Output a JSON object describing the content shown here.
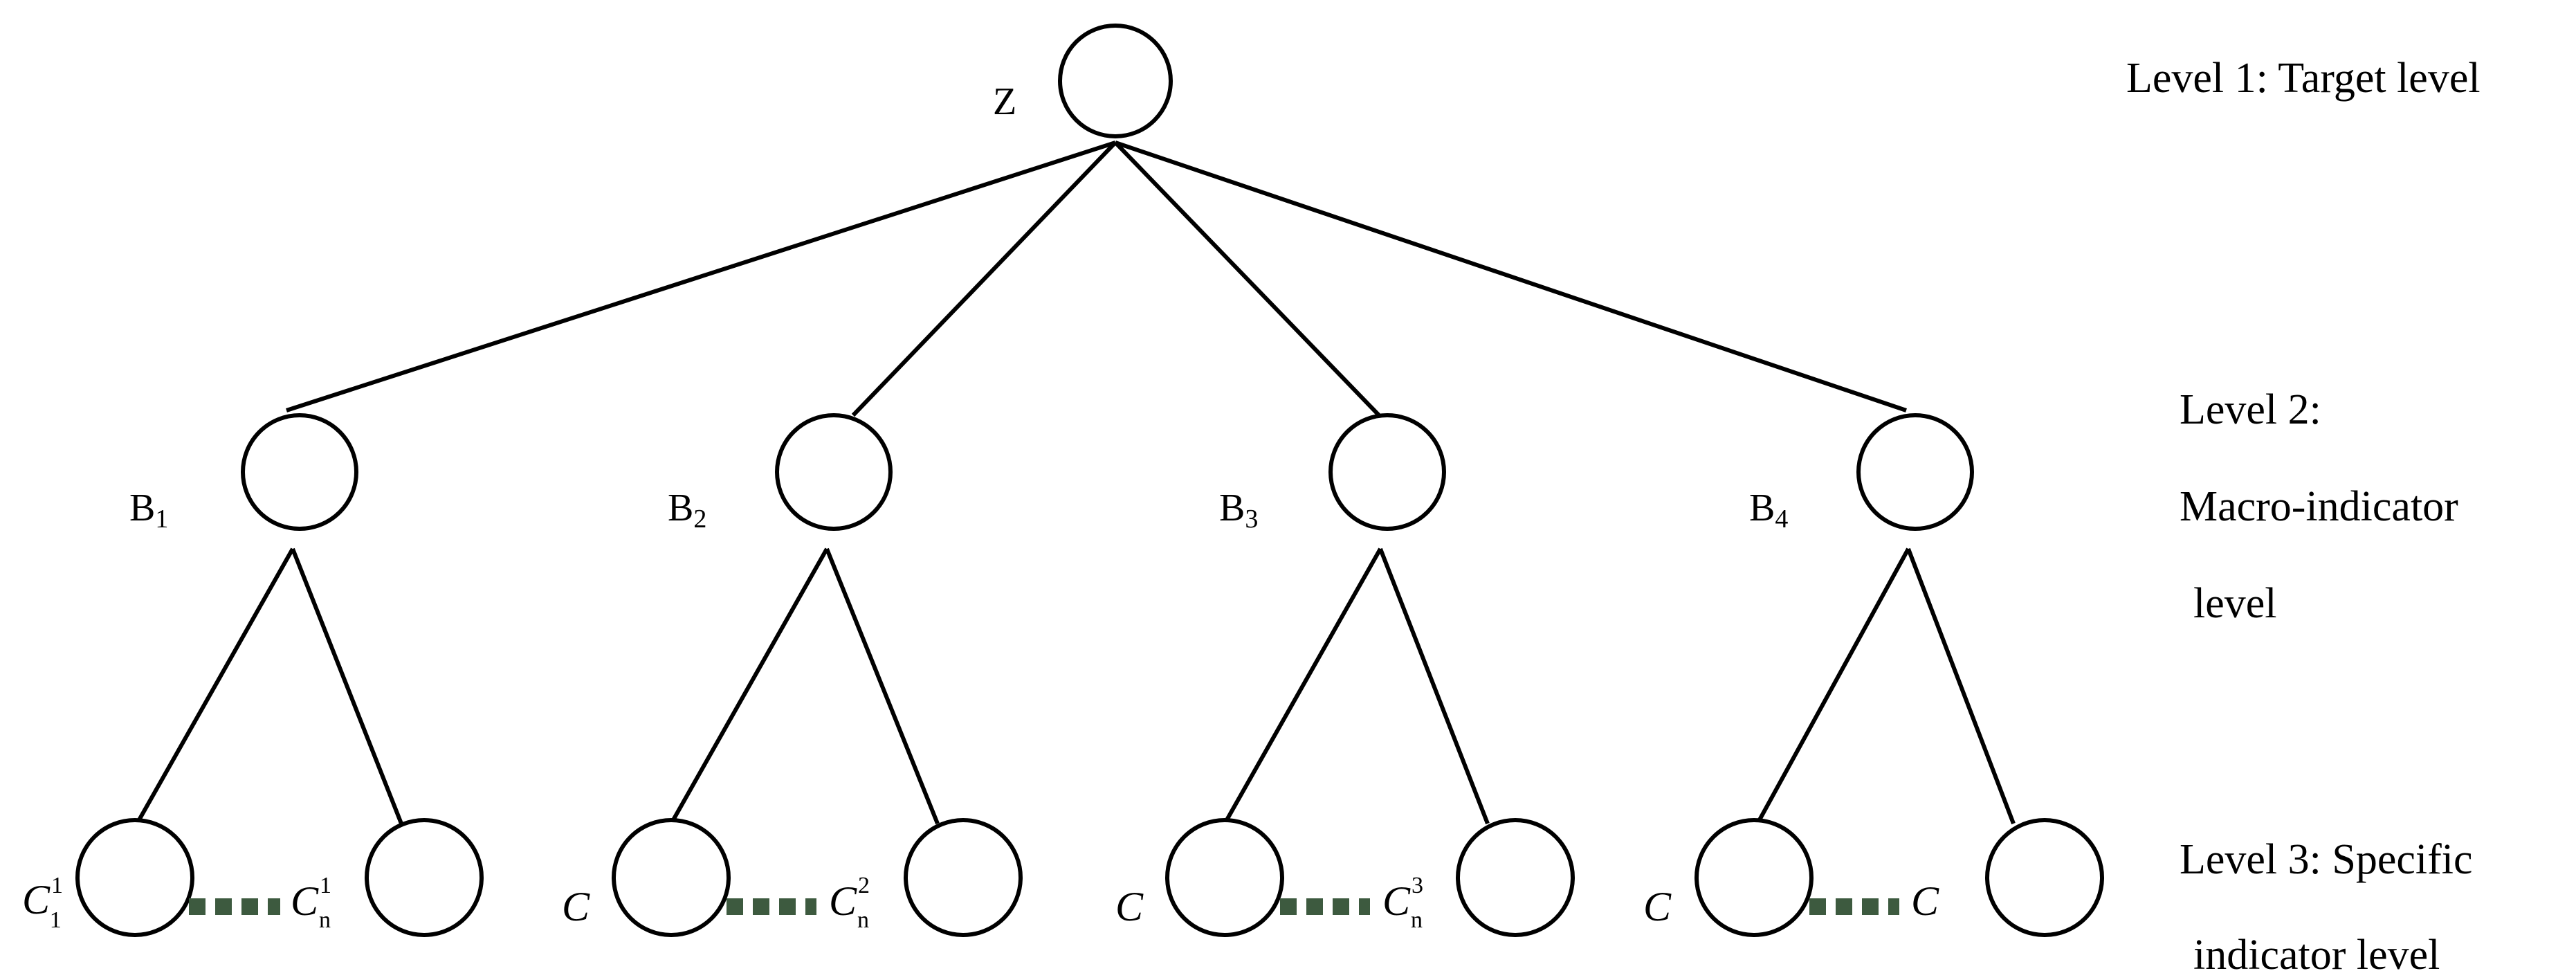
{
  "levels": {
    "level1": "Level 1: Target level",
    "level2_line1": "Level 2:",
    "level2_line2": "Macro-indicator",
    "level2_line3": "level",
    "level3_line1": "Level 3: Specific",
    "level3_line2": "indicator level"
  },
  "nodes": {
    "root": {
      "label": "Z"
    },
    "macro": [
      {
        "label": "B",
        "sub": "1"
      },
      {
        "label": "B",
        "sub": "2"
      },
      {
        "label": "B",
        "sub": "3"
      },
      {
        "label": "B",
        "sub": "4"
      }
    ],
    "specific": [
      {
        "left_label": "C",
        "left_sup": "1",
        "left_sub": "1",
        "right_label": "C",
        "right_sup": "1",
        "right_sub": "n"
      },
      {
        "left_label": "C",
        "left_sup": "",
        "left_sub": "",
        "right_label": "C",
        "right_sup": "2",
        "right_sub": "n"
      },
      {
        "left_label": "C",
        "left_sup": "",
        "left_sub": "",
        "right_label": "C",
        "right_sup": "3",
        "right_sub": "n"
      },
      {
        "left_label": "C",
        "left_sup": "",
        "left_sub": "",
        "right_label": "C",
        "right_sup": "",
        "right_sub": ""
      }
    ]
  }
}
